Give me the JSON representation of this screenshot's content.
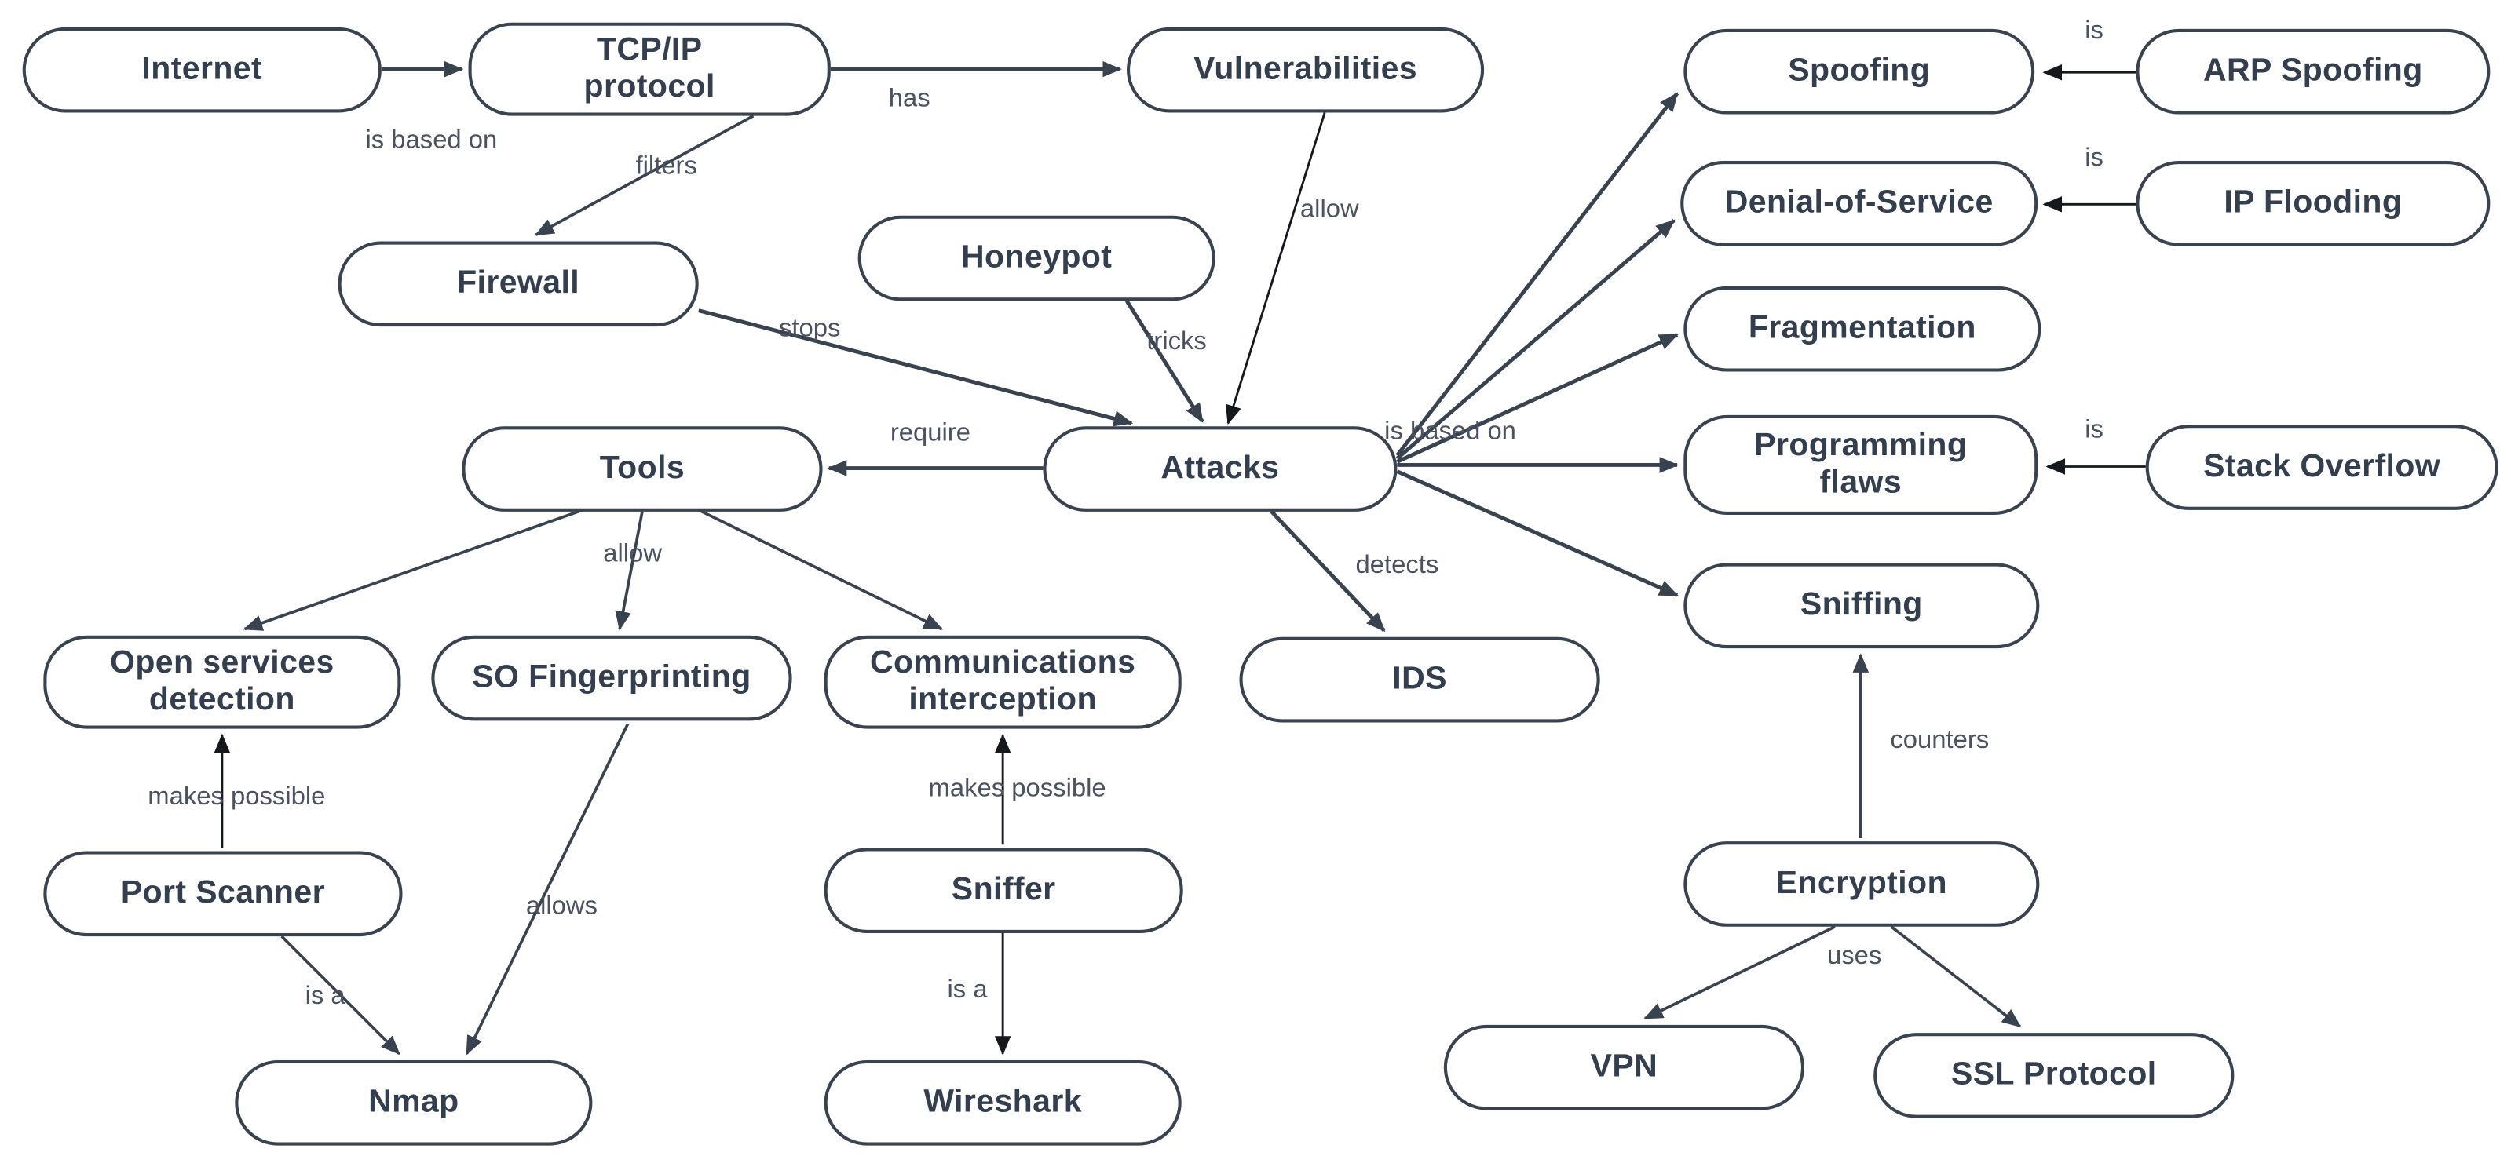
{
  "colors": {
    "background": "#ffffff",
    "node_fill": "#ffffff",
    "node_border": "#39424f",
    "node_text": "#333e4e",
    "edge_slate": "#39424f",
    "edge_black": "#15181d",
    "edge_label_text": "#4a5160"
  },
  "diagram": {
    "title": "Network security concept map",
    "nodes": [
      {
        "id": "internet",
        "label": "Internet"
      },
      {
        "id": "tcpip",
        "label": "TCP/IP\nprotocol"
      },
      {
        "id": "vulnerabilities",
        "label": "Vulnerabilities"
      },
      {
        "id": "spoofing",
        "label": "Spoofing"
      },
      {
        "id": "arpspoofing",
        "label": "ARP Spoofing"
      },
      {
        "id": "dos",
        "label": "Denial-of-Service"
      },
      {
        "id": "ipflooding",
        "label": "IP Flooding"
      },
      {
        "id": "firewall",
        "label": "Firewall"
      },
      {
        "id": "honeypot",
        "label": "Honeypot"
      },
      {
        "id": "fragmentation",
        "label": "Fragmentation"
      },
      {
        "id": "tools",
        "label": "Tools"
      },
      {
        "id": "attacks",
        "label": "Attacks"
      },
      {
        "id": "progflaws",
        "label": "Programming\nflaws"
      },
      {
        "id": "stackoverflow",
        "label": "Stack Overflow"
      },
      {
        "id": "sniffing",
        "label": "Sniffing"
      },
      {
        "id": "osd",
        "label": "Open services\ndetection"
      },
      {
        "id": "sofinger",
        "label": "SO Fingerprinting"
      },
      {
        "id": "commint",
        "label": "Communications\ninterception"
      },
      {
        "id": "ids",
        "label": "IDS"
      },
      {
        "id": "portscanner",
        "label": "Port Scanner"
      },
      {
        "id": "sniffer",
        "label": "Sniffer"
      },
      {
        "id": "encryption",
        "label": "Encryption"
      },
      {
        "id": "nmap",
        "label": "Nmap"
      },
      {
        "id": "wireshark",
        "label": "Wireshark"
      },
      {
        "id": "vpn",
        "label": "VPN"
      },
      {
        "id": "ssl",
        "label": "SSL Protocol"
      }
    ],
    "edges": [
      {
        "from": "internet",
        "to": "tcpip",
        "label": "is based on"
      },
      {
        "from": "tcpip",
        "to": "vulnerabilities",
        "label": "has"
      },
      {
        "from": "tcpip",
        "to": "firewall",
        "label": "filters"
      },
      {
        "from": "vulnerabilities",
        "to": "attacks",
        "label": "allow"
      },
      {
        "from": "firewall",
        "to": "attacks",
        "label": "stops"
      },
      {
        "from": "honeypot",
        "to": "attacks",
        "label": "tricks"
      },
      {
        "from": "attacks",
        "to": "tools",
        "label": "require"
      },
      {
        "from": "attacks",
        "to": "spoofing",
        "label": ""
      },
      {
        "from": "attacks",
        "to": "dos",
        "label": ""
      },
      {
        "from": "attacks",
        "to": "fragmentation",
        "label": ""
      },
      {
        "from": "attacks",
        "to": "progflaws",
        "label": "is based on"
      },
      {
        "from": "attacks",
        "to": "sniffing",
        "label": ""
      },
      {
        "from": "attacks",
        "to": "ids",
        "label": "detects"
      },
      {
        "from": "arpspoofing",
        "to": "spoofing",
        "label": "is"
      },
      {
        "from": "ipflooding",
        "to": "dos",
        "label": "is"
      },
      {
        "from": "stackoverflow",
        "to": "progflaws",
        "label": "is"
      },
      {
        "from": "tools",
        "to": "osd",
        "label": ""
      },
      {
        "from": "tools",
        "to": "sofinger",
        "label": "allow"
      },
      {
        "from": "tools",
        "to": "commint",
        "label": ""
      },
      {
        "from": "portscanner",
        "to": "osd",
        "label": "makes possible"
      },
      {
        "from": "sofinger",
        "to": "nmap",
        "label": "allows"
      },
      {
        "from": "portscanner",
        "to": "nmap",
        "label": "is a"
      },
      {
        "from": "sniffer",
        "to": "commint",
        "label": "makes possible"
      },
      {
        "from": "sniffer",
        "to": "wireshark",
        "label": "is a"
      },
      {
        "from": "encryption",
        "to": "sniffing",
        "label": "counters"
      },
      {
        "from": "encryption",
        "to": "vpn",
        "label": "uses"
      },
      {
        "from": "encryption",
        "to": "ssl",
        "label": ""
      }
    ]
  }
}
